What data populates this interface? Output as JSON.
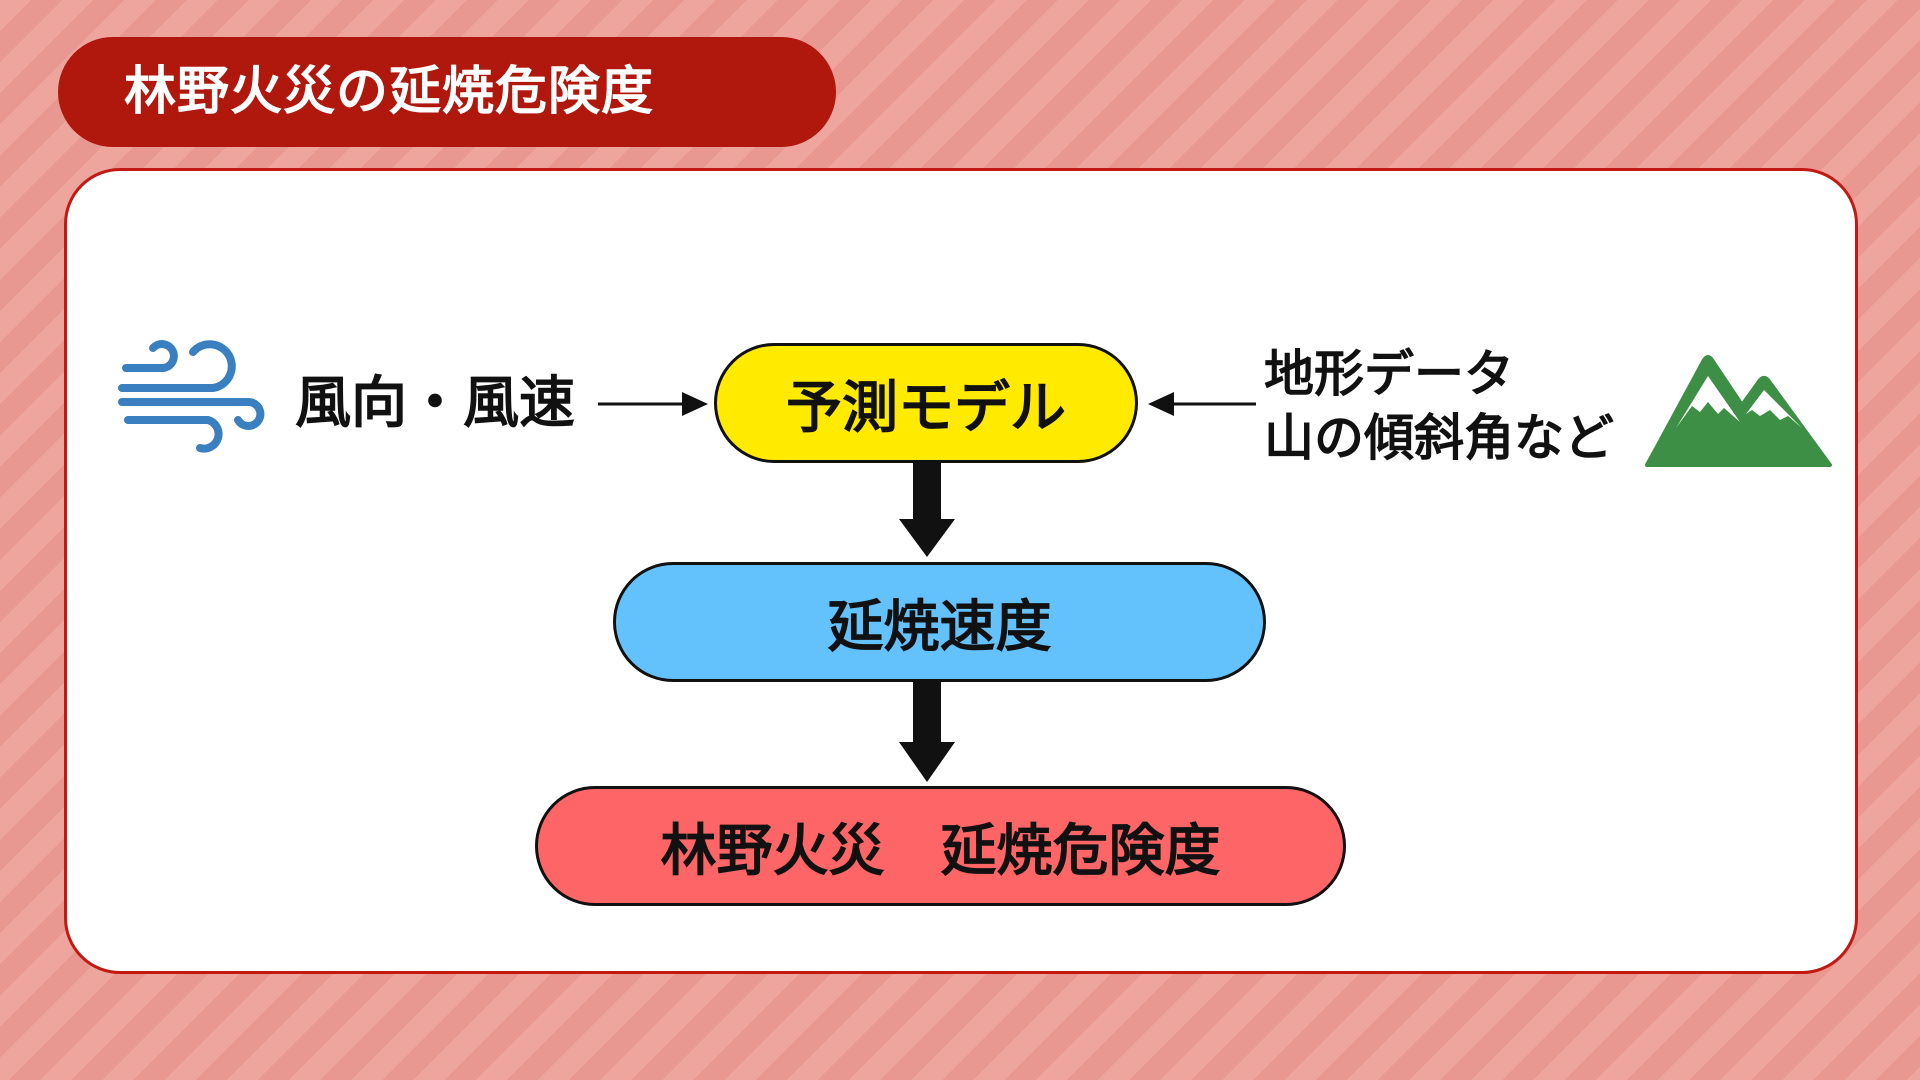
{
  "title": "林野火災の延焼危険度",
  "inputs": {
    "wind": "風向・風速",
    "terrain_line1": "地形データ",
    "terrain_line2": "山の傾斜角など"
  },
  "nodes": {
    "model": "予測モデル",
    "speed": "延焼速度",
    "risk": "林野火災　延焼危険度"
  },
  "colors": {
    "title_bg": "#b0170d",
    "model": "#ffea00",
    "speed": "#63c1fb",
    "risk": "#fe6567",
    "wind_icon": "#3a80c1",
    "mountain_icon": "#3d8f45"
  }
}
